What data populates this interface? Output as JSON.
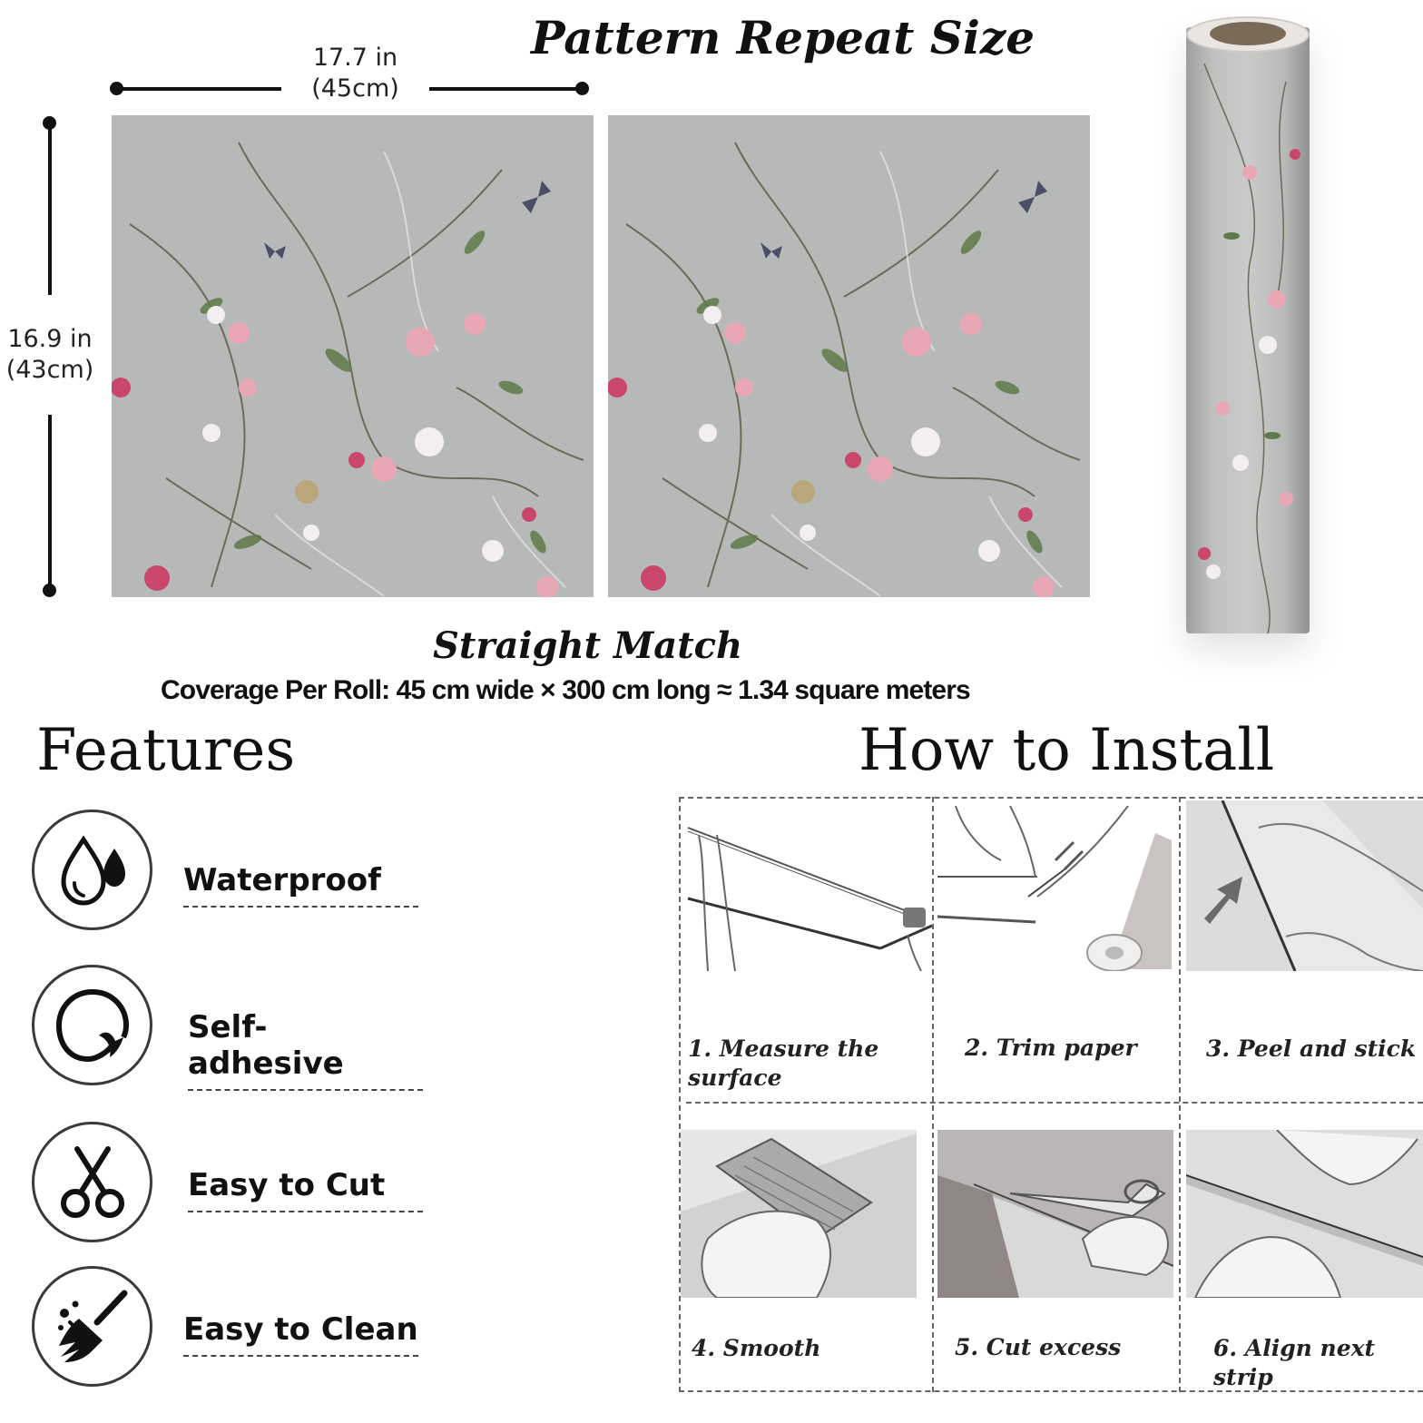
{
  "header": {
    "title": "Pattern Repeat Size",
    "width_dimension": "17.7 in\n(45cm)",
    "height_dimension": "16.9 in\n(43cm)",
    "match_type": "Straight Match",
    "coverage": "Coverage Per Roll: 45 cm wide × 300 cm long ≈ 1.34 square meters"
  },
  "features": {
    "heading": "Features",
    "items": [
      {
        "label": "Waterproof",
        "icon": "water-drops-icon"
      },
      {
        "label": "Self-adhesive",
        "icon": "peel-corner-icon"
      },
      {
        "label": "Easy to Cut",
        "icon": "scissors-icon"
      },
      {
        "label": "Easy to Clean",
        "icon": "broom-icon"
      }
    ]
  },
  "install": {
    "heading": "How to Install",
    "steps": [
      {
        "label": "1. Measure the\n    surface"
      },
      {
        "label": "2. Trim paper"
      },
      {
        "label": "3. Peel and stick"
      },
      {
        "label": "4. Smooth"
      },
      {
        "label": "5. Cut excess"
      },
      {
        "label": "6. Align next strip"
      }
    ]
  },
  "colors": {
    "pattern_background": "#b7b9b8",
    "flower_pink": "#e8a7b4",
    "flower_rose": "#c9476b",
    "leaf_green": "#5f7a4a"
  }
}
